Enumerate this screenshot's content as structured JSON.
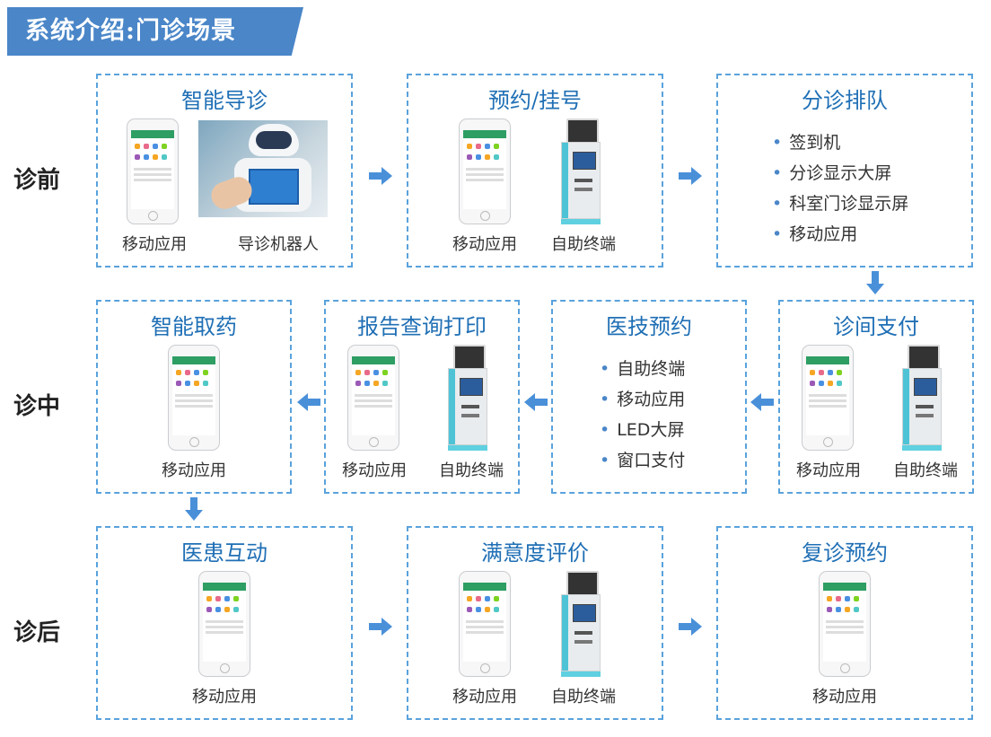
{
  "banner": {
    "title": "系统介绍:门诊场景"
  },
  "phases": {
    "before": "诊前",
    "during": "诊中",
    "after": "诊后"
  },
  "boxes": {
    "smart_guide": {
      "title": "智能导诊",
      "items": [
        "移动应用",
        "导诊机器人"
      ]
    },
    "appointment": {
      "title": "预约/挂号",
      "items": [
        "移动应用",
        "自助终端"
      ]
    },
    "triage": {
      "title": "分诊排队",
      "bullets": [
        "签到机",
        "分诊显示大屏",
        "科室门诊显示屏",
        "移动应用"
      ]
    },
    "payment": {
      "title": "诊间支付",
      "items": [
        "移动应用",
        "自助终端"
      ]
    },
    "medtech": {
      "title": "医技预约",
      "bullets": [
        "自助终端",
        "移动应用",
        "LED大屏",
        "窗口支付"
      ]
    },
    "report": {
      "title": "报告查询打印",
      "items": [
        "移动应用",
        "自助终端"
      ]
    },
    "pharmacy": {
      "title": "智能取药",
      "items": [
        "移动应用"
      ]
    },
    "interaction": {
      "title": "医患互动",
      "items": [
        "移动应用"
      ]
    },
    "evaluation": {
      "title": "满意度评价",
      "items": [
        "移动应用",
        "自助终端"
      ]
    },
    "revisit": {
      "title": "复诊预约",
      "items": [
        "移动应用"
      ]
    }
  },
  "colors": {
    "accent": "#4a86c8",
    "title": "#1f6fb5",
    "border": "#5aa2dc",
    "arrow": "#4a90d9"
  },
  "icons": [
    "phone-app-icon",
    "self-service-kiosk-icon",
    "guide-robot-photo",
    "arrow-right-icon",
    "arrow-left-icon",
    "arrow-down-icon"
  ]
}
